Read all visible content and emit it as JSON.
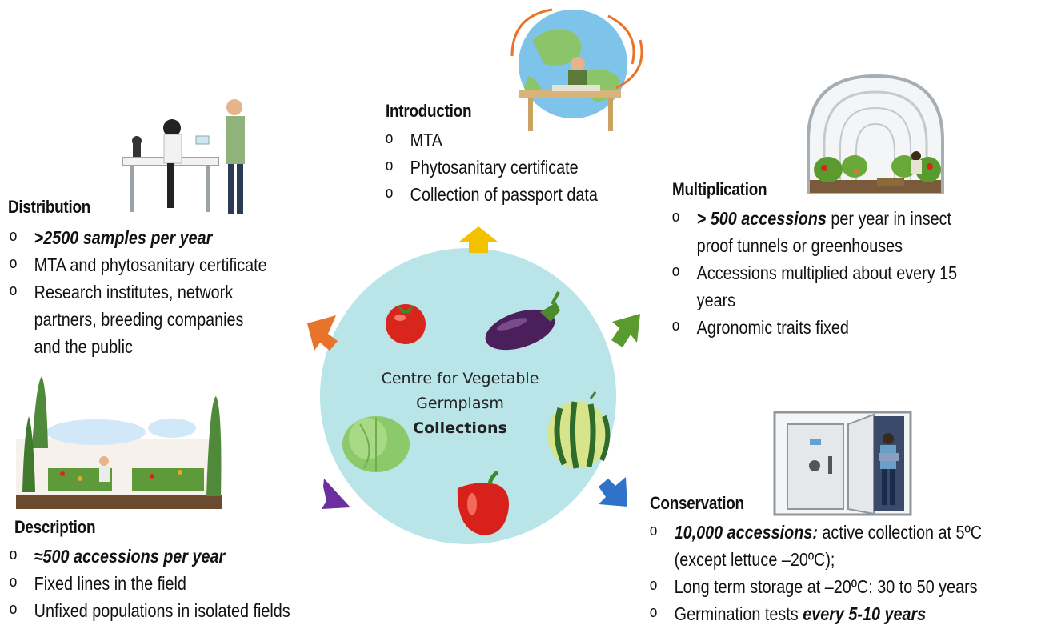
{
  "center": {
    "line1": "Centre for Vegetable",
    "line2": "Germplasm",
    "line3": "Collections"
  },
  "introduction": {
    "title": "Introduction",
    "items": [
      "MTA",
      "Phytosanitary certificate",
      "Collection of passport data"
    ]
  },
  "multiplication": {
    "title": "Multiplication",
    "item1_bold": "> 500 accessions",
    "item1_rest": " per year in insect",
    "item1_line2": "proof tunnels or greenhouses",
    "item2_line1": "Accessions multiplied about every 15",
    "item2_line2": "years",
    "item3": "Agronomic traits fixed"
  },
  "distribution": {
    "title": "Distribution",
    "item1_bold": ">2500 samples per year",
    "item2": "MTA and phytosanitary certificate",
    "item3_line1": "Research institutes, network",
    "item3_line2": "partners, breeding companies",
    "item3_line3": "and the public"
  },
  "description": {
    "title": "Description",
    "item1_bold": "≈500 accessions per year",
    "item2": "Fixed lines in the field",
    "item3": "Unfixed populations in isolated fields"
  },
  "conservation": {
    "title": "Conservation",
    "item1_bold": "10,000 accessions:",
    "item1_rest": " active collection at 5ºC",
    "item1_line2": "(except lettuce –20ºC);",
    "item2": "Long term storage at –20ºC: 30 to 50 years",
    "item3_rest": "Germination tests ",
    "item3_bold": "every 5-10 years"
  },
  "colors": {
    "circle": "#b9e4e8",
    "arrow_top": "#f2c200",
    "arrow_right_top": "#5a9a2e",
    "arrow_right_bottom": "#2e73c8",
    "arrow_left_bottom": "#6b2fa0",
    "arrow_left_top": "#e8732a"
  }
}
